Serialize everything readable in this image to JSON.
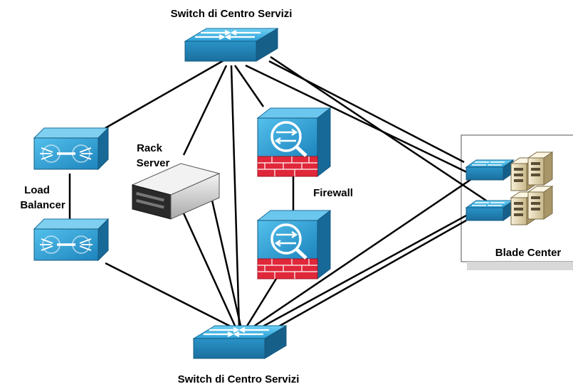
{
  "labels": {
    "top_switch": "Switch di Centro Servizi",
    "bottom_switch": "Switch di Centro Servizi",
    "rack_server_line1": "Rack",
    "rack_server_line2": "Server",
    "load_balancer_line1": "Load",
    "load_balancer_line2": "Balancer",
    "firewall": "Firewall",
    "blade_center": "Blade Center"
  },
  "colors": {
    "device_blue": "#2a9fd6",
    "device_blue_dark": "#1a6f9e",
    "device_blue_light": "#7fd0f0",
    "firewall_brick": "#e0283a",
    "link": "#000000"
  },
  "icons": {
    "switch": "switch-icon",
    "load_balancer": "load-balancer-icon",
    "firewall": "firewall-icon",
    "rack_server": "rack-server-icon",
    "blade_server": "blade-server-icon"
  }
}
